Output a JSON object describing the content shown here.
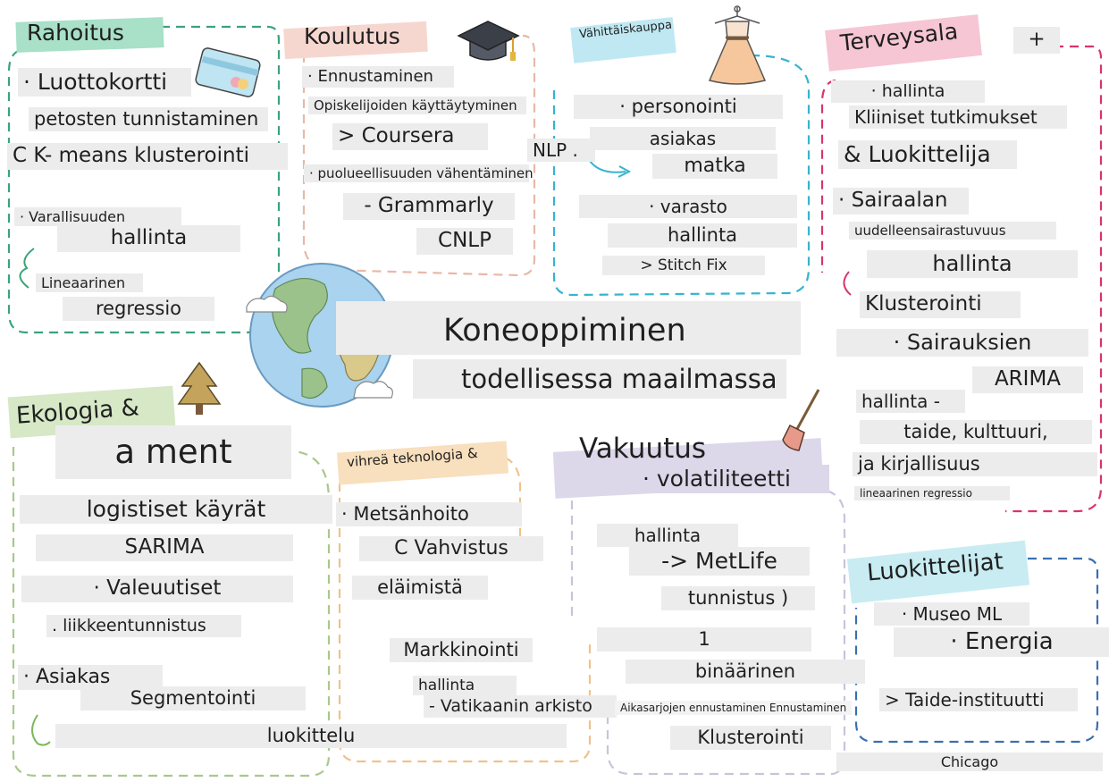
{
  "title": {
    "line1": "Koneoppiminen",
    "line2": "todellisessa maailmassa"
  },
  "colors": {
    "finance": "#3aa37a",
    "education": "#e8b8a8",
    "retail": "#36b4cf",
    "health": "#d8356a",
    "ecology": "#a8c88c",
    "green": "#efc28a",
    "insurance": "#c9c3dc",
    "classifiers": "#3b6fb0"
  },
  "finance": {
    "header": "Rahoitus",
    "items": [
      "· Luottokortti",
      "petosten tunnistaminen",
      "C K- means klusterointi",
      "· Varallisuuden",
      "hallinta",
      "Lineaarinen",
      "regressio"
    ]
  },
  "education": {
    "header": "Koulutus",
    "items": [
      "· Ennustaminen",
      "Opiskelijoiden käyttäytyminen",
      "> Coursera",
      "· puolueellisuuden vähentäminen",
      "- Grammarly",
      "CNLP"
    ]
  },
  "retail": {
    "header": "Vähittäiskauppa",
    "items": [
      "· personointi",
      "asiakas",
      "NLP .",
      "matka",
      "· varasto",
      "hallinta",
      "> Stitch Fix"
    ]
  },
  "health": {
    "header": "Terveysala",
    "plus": "+",
    "items": [
      "· hallinta",
      "Kliiniset tutkimukset",
      "& Luokittelija",
      "· Sairaalan",
      "uudelleensairastuvuus",
      "hallinta",
      "Klusterointi",
      "· Sairauksien",
      "ARIMA",
      "hallinta -",
      "taide, kulttuuri,",
      "ja kirjallisuus",
      "lineaarinen regressio"
    ]
  },
  "ecology": {
    "header": "Ekologia &",
    "items": [
      "a ment",
      "logistiset käyrät",
      "SARIMA",
      "· Valeuutiset",
      ". liikkeentunnistus",
      "· Asiakas",
      "Segmentointi",
      "luokittelu"
    ]
  },
  "green": {
    "header": "vihreä teknologia &",
    "items": [
      "· Metsänhoito",
      "C Vahvistus",
      "eläimistä",
      "Markkinointi",
      "hallinta",
      "- Vatikaanin arkisto"
    ]
  },
  "insurance": {
    "header": "Vakuutus",
    "items": [
      "· volatiliteetti",
      "hallinta",
      "-> MetLife",
      "tunnistus )",
      "1",
      "binäärinen",
      "Aikasarjojen ennustaminen Ennustaminen",
      "Klusterointi"
    ]
  },
  "classifiers": {
    "header": "Luokittelijat",
    "items": [
      "· Museo ML",
      "· Energia",
      "> Taide-instituutti",
      "Chicago"
    ]
  },
  "icons": [
    "credit-card-icon",
    "graduation-cap-icon",
    "dress-icon",
    "globe-icon",
    "tree-icon",
    "broom-icon"
  ]
}
